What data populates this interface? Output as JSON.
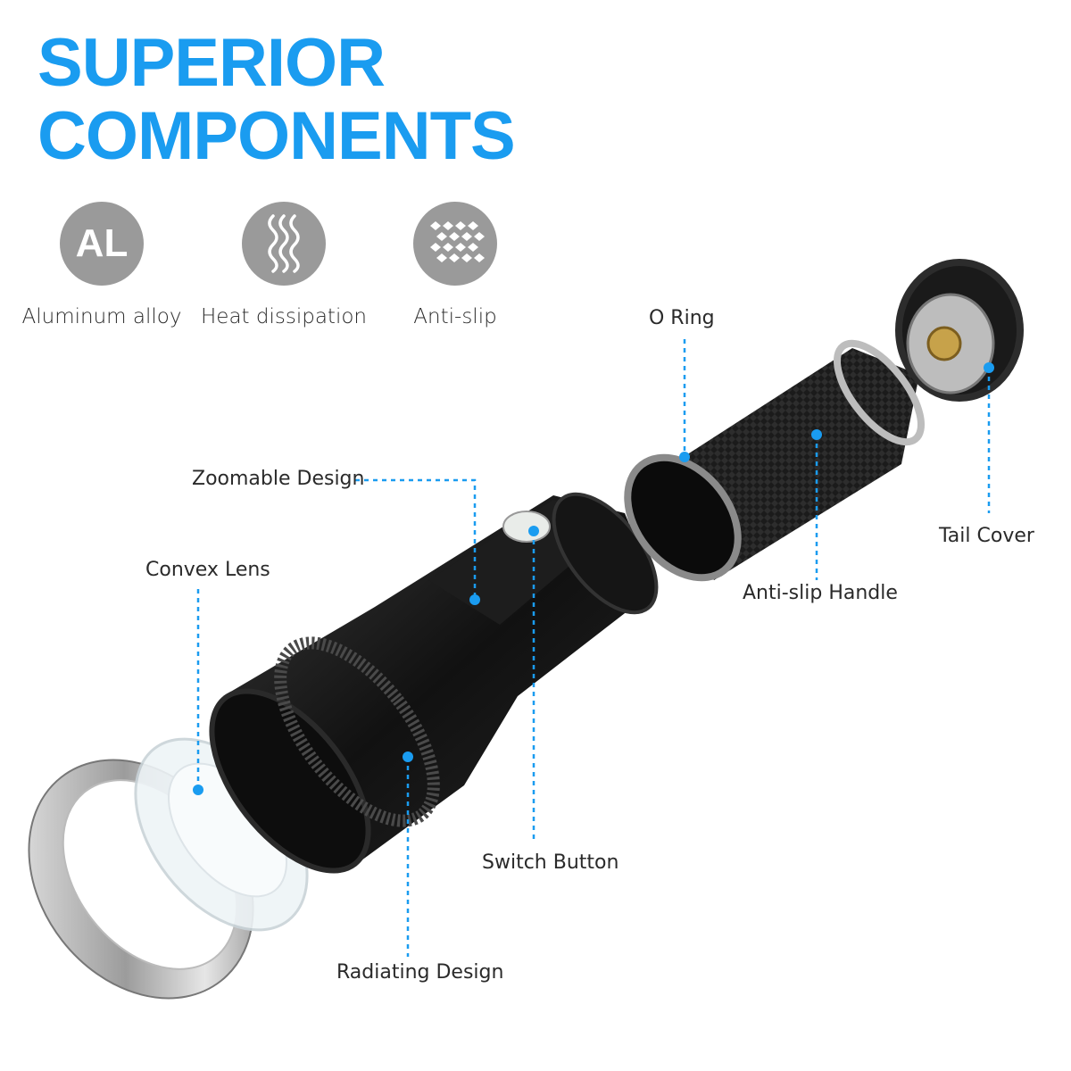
{
  "heading": {
    "line1": "SUPERIOR",
    "line2": "COMPONENTS"
  },
  "features": [
    {
      "icon": "al-text-icon",
      "icon_text": "AL",
      "label": "Aluminum alloy"
    },
    {
      "icon": "heat-waves-icon",
      "label": "Heat dissipation"
    },
    {
      "icon": "diamond-grid-icon",
      "label": "Anti-slip"
    }
  ],
  "callouts": {
    "o_ring": "O Ring",
    "zoomable": "Zoomable Design",
    "tail_cover": "Tail Cover",
    "convex_lens": "Convex Lens",
    "anti_slip_handle": "Anti-slip Handle",
    "switch_button": "Switch Button",
    "radiating": "Radiating Design"
  },
  "colors": {
    "accent_blue": "#1a9cf0",
    "icon_gray": "#9a9a9a",
    "body_black": "#141414"
  }
}
